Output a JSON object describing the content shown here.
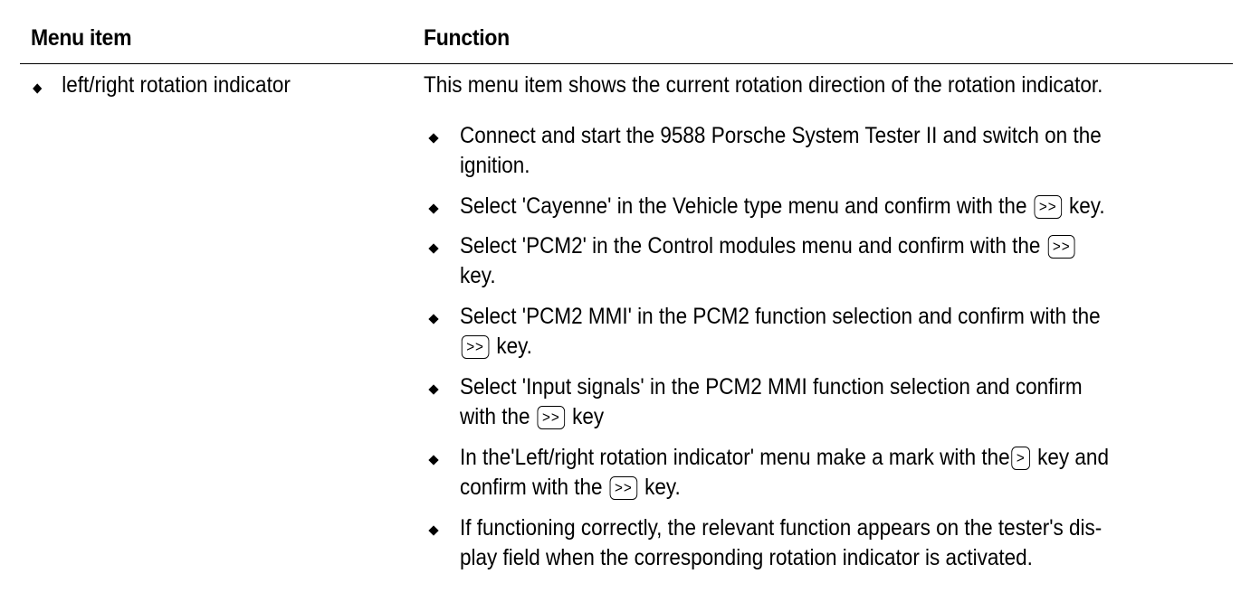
{
  "table": {
    "header": {
      "col1": "Menu item",
      "col2": "Function"
    },
    "menu_item": "left/right rotation indicator",
    "intro": "This menu item shows the current rotation direction of the rotation indicator.",
    "steps": [
      {
        "line1": "Connect and start the 9588 Porsche System Tester II and switch on the",
        "line2": "ignition."
      },
      {
        "before": "Select 'Cayenne' in the Vehicle type menu and confirm with the",
        "key": ">>",
        "after": "key."
      },
      {
        "before": "Select 'PCM2' in the Control modules menu and confirm with the",
        "key": ">>",
        "after": "key."
      },
      {
        "before": "Select 'PCM2 MMI' in the PCM2 function selection and confirm with the",
        "key": ">>",
        "after": "key."
      },
      {
        "before_line1": "Select 'Input signals' in the PCM2 MMI function selection and confirm",
        "before_line2": "with the",
        "key": ">>",
        "after": "key"
      },
      {
        "before": "In the'Left/right rotation indicator' menu make a mark with the",
        "key1": ">",
        "mid": "key and",
        "line2_before": "confirm with the",
        "key2": ">>",
        "after": "key."
      },
      {
        "line1": "If functioning correctly, the relevant function appears on the tester's dis-",
        "line2": "play field when the corresponding rotation indicator is activated."
      }
    ]
  }
}
